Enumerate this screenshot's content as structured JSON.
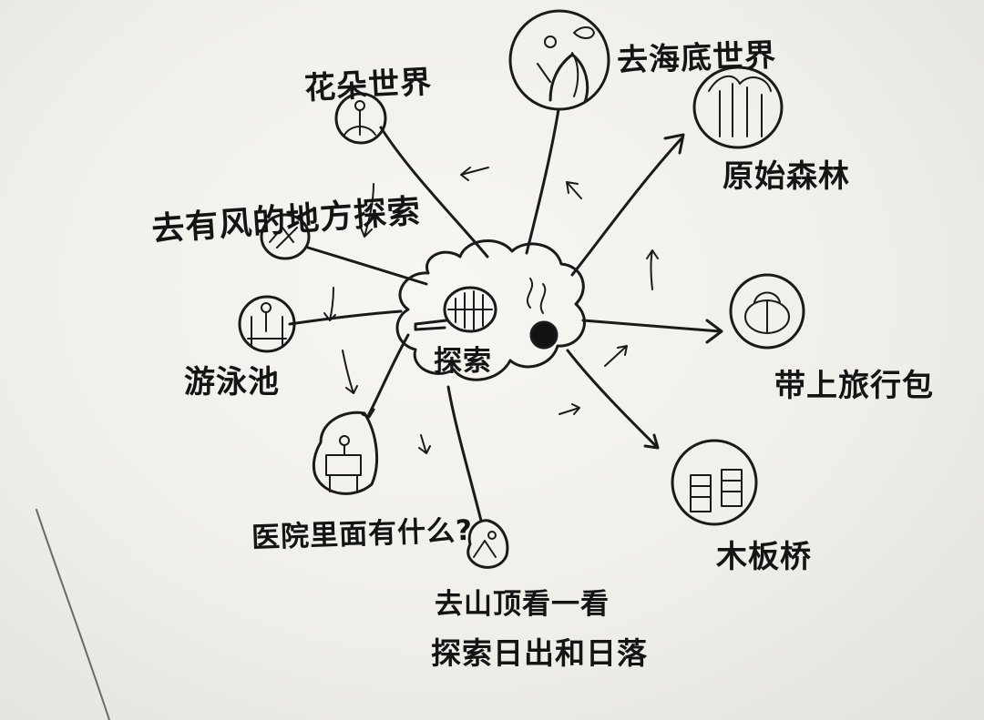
{
  "center": {
    "label": "探索"
  },
  "branches": {
    "flower_world": "花朵世界",
    "undersea_world": "去海底世界",
    "primeval_forest": "原始森林",
    "windy_place": "去有风的地方探索",
    "swimming_pool": "游泳池",
    "travel_bag": "带上旅行包",
    "hospital": "医院里面有什么?",
    "wooden_bridge": "木板桥",
    "mountain_line1": "去山顶看一看",
    "mountain_line2": "探索日出和日落"
  },
  "colors": {
    "ink": "#1a1a1a",
    "paper": "#f4f3ef"
  }
}
